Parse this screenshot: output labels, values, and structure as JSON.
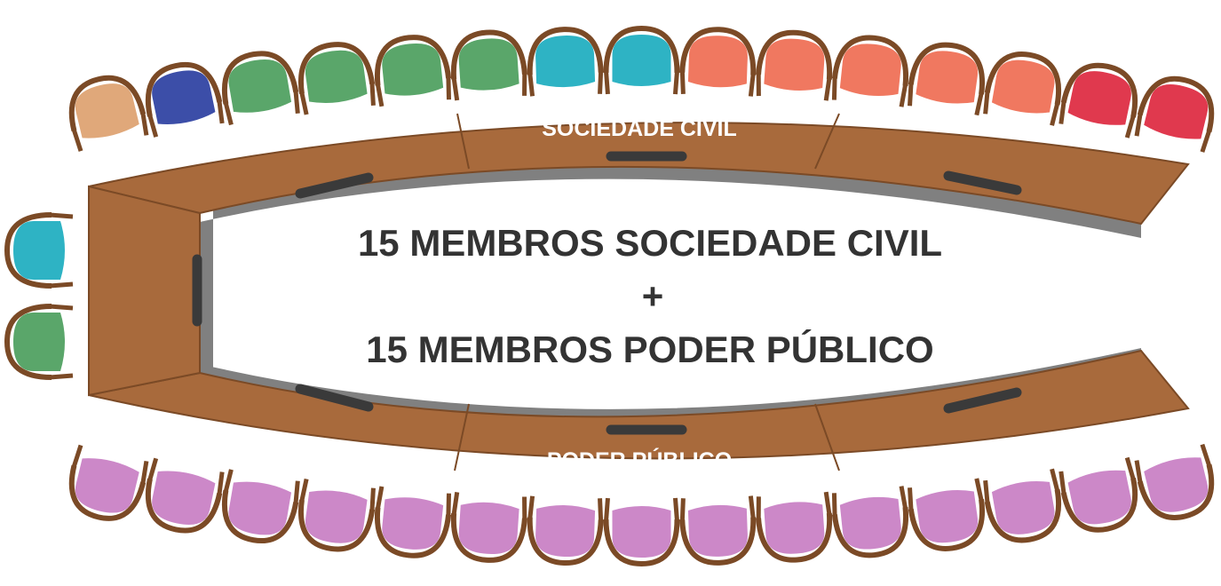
{
  "labels": {
    "top_section": "SOCIEDADE CIVIL",
    "bottom_section": "PODER PÚBLICO"
  },
  "center": {
    "line1": "15 MEMBROS SOCIEDADE CIVIL",
    "line2": "+",
    "line3": "15 MEMBROS PODER PÚBLICO"
  },
  "colors": {
    "table": "#a86a3c",
    "table_edge": "#7b4a26",
    "table_inner_rim": "#808080",
    "microphone": "#3a3a3a",
    "chair_frame": "#7b4a26"
  },
  "seats": {
    "top_row_colors": [
      "#e0a87a",
      "#3c4ea8",
      "#5aa66a",
      "#5aa66a",
      "#5aa66a",
      "#5aa66a",
      "#2eb3c4",
      "#2eb3c4",
      "#f07860",
      "#f07860",
      "#f07860",
      "#f07860",
      "#f07860",
      "#e0394e",
      "#e0394e"
    ],
    "left_side_colors": [
      "#2eb3c4",
      "#5aa66a"
    ],
    "bottom_row_color": "#cc88c8",
    "bottom_row_count": 15
  }
}
